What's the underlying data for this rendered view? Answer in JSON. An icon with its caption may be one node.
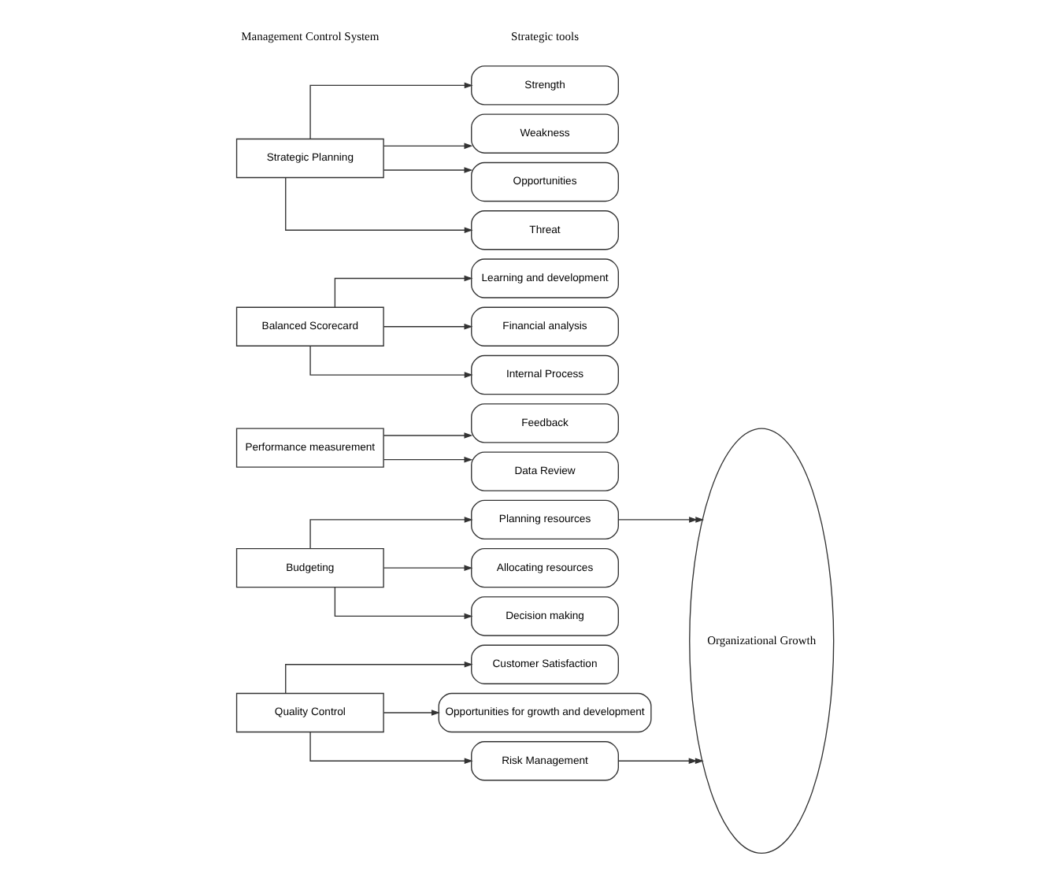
{
  "diagram": {
    "nodes": [
      {
        "text": [
          "Budgeting"
        ]
      },
      {
        "text": [
          "Planning resources"
        ]
      },
      {
        "text": [
          "Allocating resources"
        ]
      },
      {
        "text": [
          "Decision making"
        ]
      },
      {
        "text": [
          "Performance measurement"
        ]
      },
      {
        "text": [
          "Feedback"
        ]
      },
      {
        "text": [
          "Data Review"
        ]
      },
      {
        "text": [
          "Balanced Scorecard"
        ]
      },
      {
        "text": [
          "Learning and development"
        ]
      },
      {
        "text": [
          "Financial analysis"
        ]
      },
      {
        "text": [
          "Internal Process"
        ]
      },
      {
        "text": [
          "Strategic Planning"
        ]
      },
      {
        "text": [
          "Strength"
        ]
      },
      {
        "text": [
          "Weakness"
        ]
      },
      {
        "text": [
          "Opportunities"
        ]
      },
      {
        "text": [
          "Threat"
        ]
      },
      {
        "text": [
          "Quality Control"
        ]
      },
      {
        "text": [
          "Customer Satisfaction"
        ]
      },
      {
        "text": [
          "Opportunities for growth and development"
        ]
      },
      {
        "text": [
          "Risk Management"
        ]
      },
      {
        "text": [
          "Organizational Growth"
        ]
      }
    ],
    "edges": [
      {
        "from": 0,
        "to": 1,
        "arrow": "to"
      },
      {
        "from": 0,
        "to": 2,
        "arrow": "to"
      },
      {
        "from": 0,
        "to": 3,
        "arrow": "to"
      },
      {
        "from": 4,
        "to": 5,
        "arrow": "to"
      },
      {
        "from": 4,
        "to": 6,
        "arrow": "to"
      },
      {
        "from": 7,
        "to": 8,
        "arrow": "to"
      },
      {
        "from": 7,
        "to": 9,
        "arrow": "to"
      },
      {
        "from": 7,
        "to": 10,
        "arrow": "to"
      },
      {
        "from": 11,
        "to": 12,
        "arrow": "to"
      },
      {
        "from": 11,
        "to": 13,
        "arrow": "to"
      },
      {
        "from": 11,
        "to": 14,
        "arrow": "to"
      },
      {
        "from": 11,
        "to": 15,
        "arrow": "to"
      },
      {
        "from": 16,
        "to": 17,
        "arrow": "to"
      },
      {
        "from": 16,
        "to": 18,
        "arrow": "to"
      },
      {
        "from": 16,
        "to": 19,
        "arrow": "to"
      },
      {
        "from": 1,
        "to": 20,
        "arrow": "to"
      },
      {
        "from": 19,
        "to": 20,
        "arrow": "to"
      }
    ],
    "labels": [
      "Management Control System",
      "Strategic tools"
    ]
  }
}
